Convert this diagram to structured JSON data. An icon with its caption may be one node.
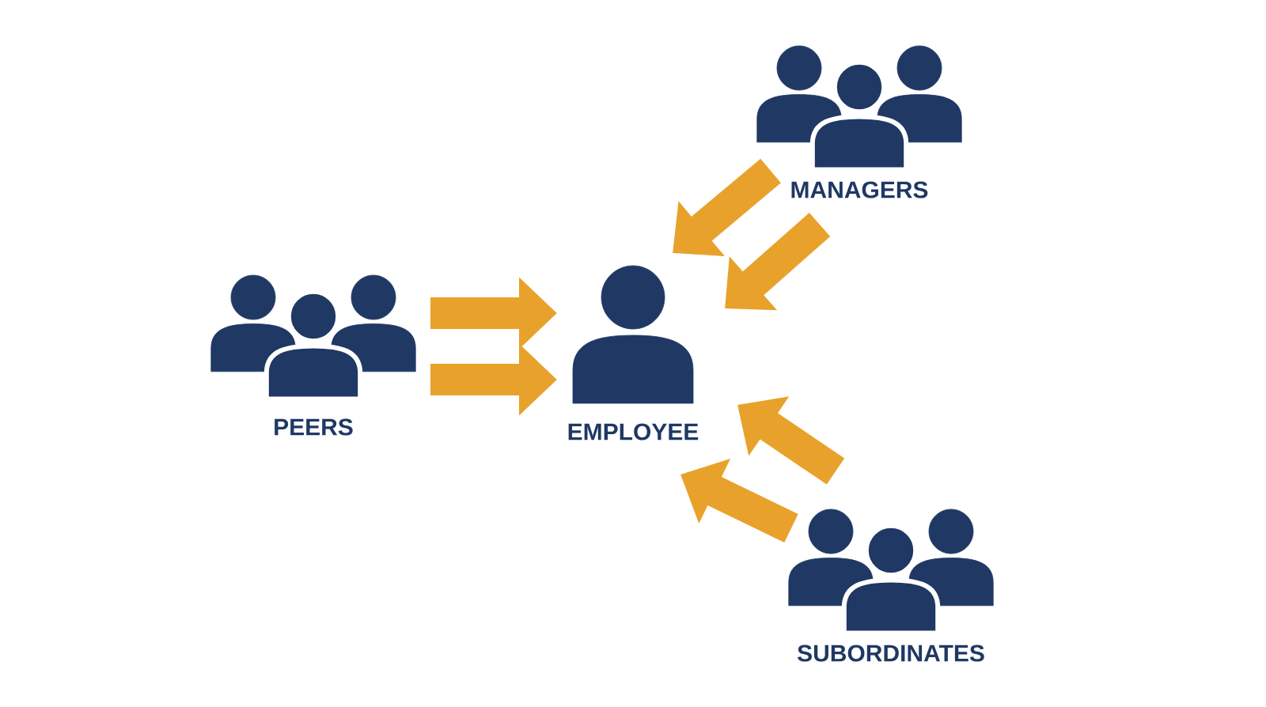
{
  "diagram": {
    "nodes": [
      {
        "text": [
          "MANAGERS"
        ]
      },
      {
        "text": [
          "PEERS"
        ]
      },
      {
        "text": [
          "EMPLOYEE"
        ]
      },
      {
        "text": [
          "SUBORDINATES"
        ]
      }
    ],
    "edges": [
      {
        "from": 0,
        "to": 2,
        "arrow": "to"
      },
      {
        "from": 0,
        "to": 2,
        "arrow": "to"
      },
      {
        "from": 1,
        "to": 2,
        "arrow": "to"
      },
      {
        "from": 1,
        "to": 2,
        "arrow": "to"
      },
      {
        "from": 3,
        "to": 2,
        "arrow": "to"
      },
      {
        "from": 3,
        "to": 2,
        "arrow": "to"
      }
    ]
  }
}
